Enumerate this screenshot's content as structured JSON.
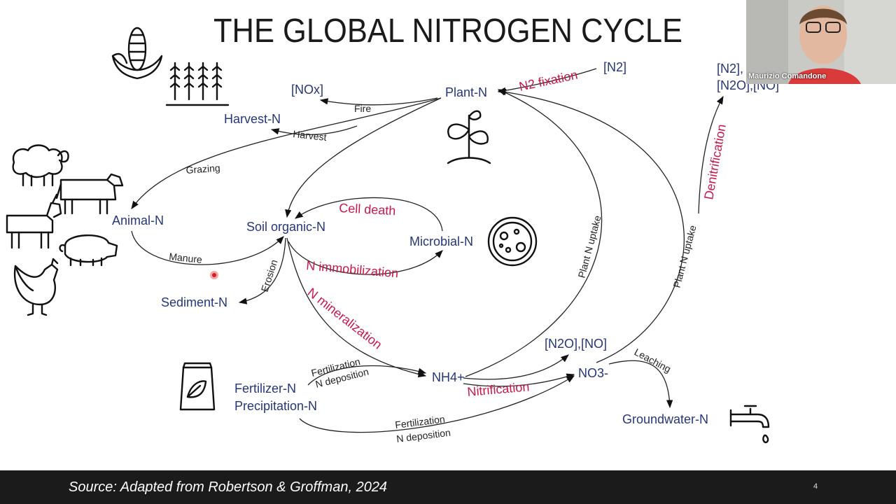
{
  "slide": {
    "title": "THE GLOBAL NITROGEN CYCLE",
    "source": "Source: Adapted from Robertson & Groffman, 2024",
    "page_number": "4"
  },
  "webcam": {
    "name": "Maurizio Comandone"
  },
  "diagram": {
    "pools": {
      "n2": "[N2]",
      "nox": "[NOx]",
      "plant_n": "Plant-N",
      "harvest_n": "Harvest-N",
      "animal_n": "Animal-N",
      "soil_organic_n": "Soil organic-N",
      "microbial_n": "Microbial-N",
      "sediment_n": "Sediment-N",
      "fertilizer_n": "Fertilizer-N",
      "precipitation_n": "Precipitation-N",
      "nh4": "NH4+",
      "n2o_no": "[N2O],[NO]",
      "no3": "NO3-",
      "groundwater_n": "Groundwater-N",
      "denit_products_1": "[N2],",
      "denit_products_2": "[N2O],[NO]"
    },
    "processes": {
      "n2_fixation": "N2 fixation",
      "fire": "Fire",
      "harvest": "Harvest",
      "grazing": "Grazing",
      "cell_death": "Cell death",
      "manure": "Manure",
      "n_immobilization": "N immobilization",
      "erosion": "Erosion",
      "n_mineralization": "N mineralization",
      "fertilization_1": "Fertilization",
      "n_deposition_1": "N deposition",
      "nitrification": "Nitrification",
      "leaching": "Leaching",
      "fertilization_2": "Fertilization",
      "n_deposition_2": "N deposition",
      "plant_n_uptake_1": "Plant N uptake",
      "plant_n_uptake_2": "Plant N uptake",
      "denitrification": "Denitrification"
    },
    "icons": [
      "corn-icon",
      "wheat-icon",
      "plant-icon",
      "sheep-icon",
      "cow-icon",
      "goat-icon",
      "pig-icon",
      "rooster-icon",
      "microbe-icon",
      "fertilizer-bag-icon",
      "faucet-icon"
    ],
    "colors": {
      "pool": "#27367a",
      "process_red": "#c8184a",
      "process": "#222222",
      "pointer": "#e23b3b"
    }
  }
}
